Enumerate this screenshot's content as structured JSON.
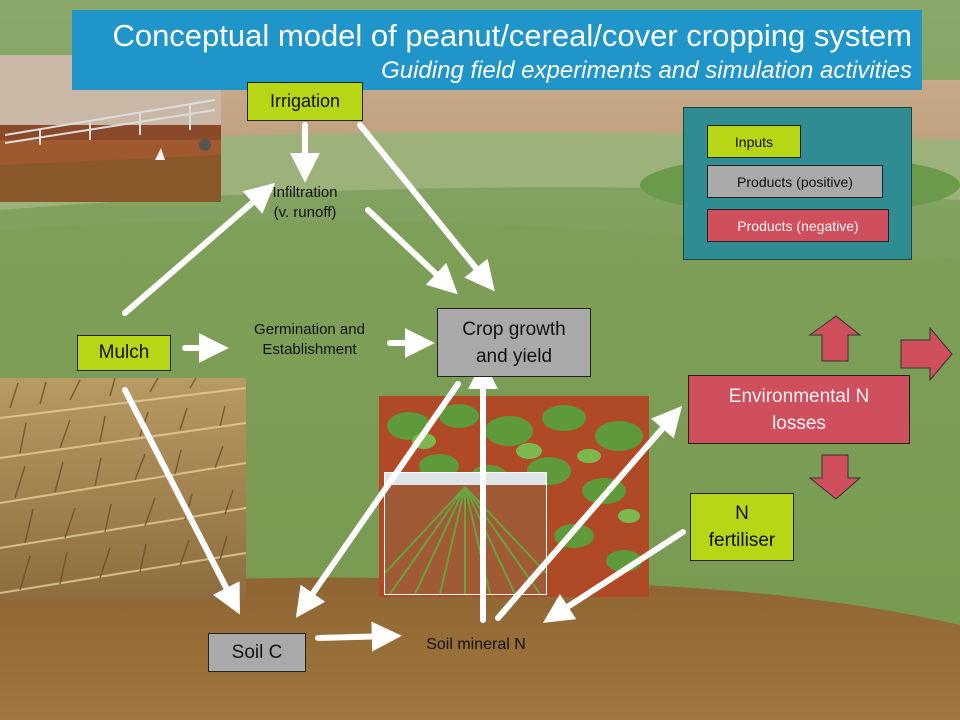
{
  "header": {
    "title": "Conceptual model of peanut/cereal/cover cropping system",
    "subtitle": "Guiding field experiments and simulation activities"
  },
  "legend": {
    "inputs": "Inputs",
    "products_positive": "Products (positive)",
    "products_negative": "Products (negative)"
  },
  "nodes": {
    "irrigation": "Irrigation",
    "infiltration_line1": "Infiltration",
    "infiltration_line2": "(v. runoff)",
    "mulch": "Mulch",
    "germination_line1": "Germination and",
    "germination_line2": "Establishment",
    "crop_growth_line1": "Crop growth",
    "crop_growth_line2": "and yield",
    "env_losses_line1": "Environmental N",
    "env_losses_line2": "losses",
    "n_fertiliser_line1": "N",
    "n_fertiliser_line2": "fertiliser",
    "soil_c": "Soil C",
    "soil_mineral_n": "Soil mineral N"
  },
  "colors": {
    "title_bar": "#1f95c9",
    "input_box": "#b7d615",
    "positive_box": "#a9a9a9",
    "negative_box": "#cf4f5c",
    "legend_panel": "#2f8c93",
    "arrow": "#ffffff",
    "soil": "#8b6233"
  }
}
